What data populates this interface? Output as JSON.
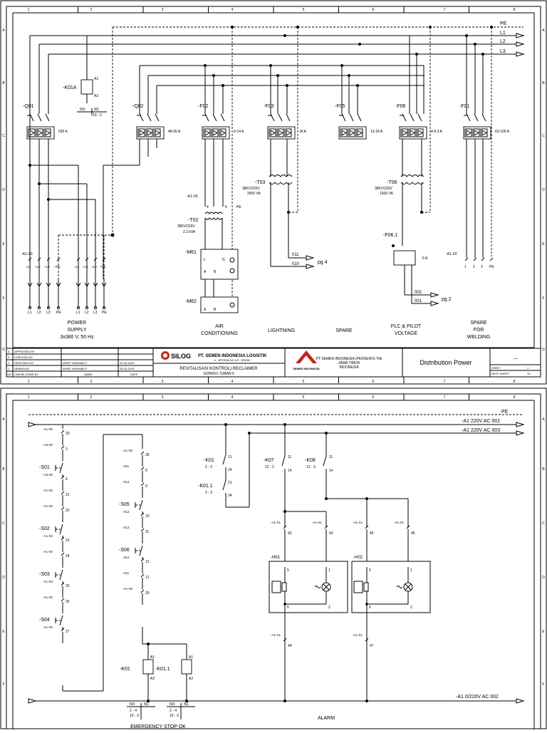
{
  "grid": {
    "columns": [
      "1",
      "2",
      "3",
      "4",
      "5",
      "6",
      "7",
      "8"
    ],
    "rows": [
      "A",
      "B",
      "C",
      "D",
      "E",
      "F",
      "G"
    ]
  },
  "sheet1": {
    "buses": [
      "PE",
      "L1",
      "L2",
      "L3"
    ],
    "breakers": [
      {
        "tag": "-Q01",
        "rating": "630 A"
      },
      {
        "tag": "-Q02",
        "rating": "48-65 A"
      },
      {
        "tag": "-F02",
        "rating": "9-14 A"
      },
      {
        "tag": "-F03",
        "rating": "18 A"
      },
      {
        "tag": "-F05",
        "rating": "13-18 A"
      },
      {
        "tag": "-F06",
        "rating": "4-6.3 A"
      },
      {
        "tag": "-F01",
        "rating": "63-100 A"
      }
    ],
    "contactor": {
      "tag": "-K01A",
      "a1": "A1",
      "a2": "A2",
      "no": "NO",
      "nc": "NC",
      "ref": "10 - 2"
    },
    "transformers": [
      {
        "tag": "-T02",
        "spec1": "380V/220V",
        "spec2": "2.2 kVA"
      },
      {
        "tag": "-T03",
        "spec1": "380V/220V",
        "spec2": "2500 VA"
      },
      {
        "tag": "-T06",
        "spec1": "380V/220V",
        "spec2": "1600 VA"
      }
    ],
    "ax0": "-A1-X0",
    "t02_terms": {
      "t4": "4",
      "t5": "5",
      "pe": "PE"
    },
    "m61": {
      "tag": "-M61",
      "l": "L",
      "n": "N",
      "a": "A",
      "b": "B"
    },
    "m62": {
      "tag": "-M62",
      "a": "A",
      "b": "B"
    },
    "f061": {
      "tag": "-F06.1",
      "rating": "6 A"
    },
    "left_terms": [
      "+L1",
      "+L2",
      "+L3",
      "+PE",
      "+L1",
      "+L2",
      "+L3",
      "+PE"
    ],
    "left_labels": [
      "L1",
      "L2",
      "L3",
      "PE",
      "L1",
      "L2",
      "L3",
      "PE"
    ],
    "right_terms": [
      "1",
      "2",
      "3",
      "PE"
    ],
    "outputs": [
      {
        "num": "011"
      },
      {
        "num": "010"
      },
      {
        "num": "002"
      },
      {
        "num": "001"
      }
    ],
    "page_ref_a": "pg 4",
    "page_ref_b": "pg 2",
    "section_labels": {
      "power": [
        "POWER",
        "SUPPLY",
        "3x380 V, 50 Hz"
      ],
      "air": [
        "AIR",
        "CONDITIONING"
      ],
      "lightning": "LIGHTNING",
      "spare": "SPARE",
      "plc": [
        "PLC & PILOT",
        "VOLTAGE"
      ],
      "welding": [
        "SPARE",
        "FOR",
        "WELDING"
      ]
    },
    "title_block": {
      "rows": [
        {
          "n": "4",
          "role": "APPROVED BY",
          "name": "",
          "date": ""
        },
        {
          "n": "3",
          "role": "CHECKED BY",
          "name": "",
          "date": ""
        },
        {
          "n": "2",
          "role": "DESIGNED BY",
          "name": "ARIEF HAKIMAD F",
          "date": "20-03-2019"
        },
        {
          "n": "1",
          "role": "DRAWN BY",
          "name": "ARIEF HAKIMAD F",
          "date": "25-03-2019"
        }
      ],
      "header": {
        "n": "NO",
        "role": "CAN BE DONE BY",
        "name": "NAME",
        "date": "DATE"
      },
      "company": "PT. SEMEN INDONESIA LOGISTIK",
      "company_sub": "JL. VETERAN NO.129 · GRESIK",
      "logo": "SILOG",
      "project": "REVITALISASI KONTROL) RECLAIMER",
      "project_sub": "322RR01 TUBAN II",
      "client": "PT SEMEN INDONESIA (PERSERO) Tbk",
      "client_sub1": "JAWA TIMUR",
      "client_sub2": "INDONESIA",
      "client_logo": "SEMEN INDONESIA",
      "drawing_title": "Distribution Power",
      "sheet_label": "SHEET",
      "sheet_no": "1",
      "next_label": "NEXT SHEET",
      "next_no": "13",
      "extra": "—"
    }
  },
  "sheet2": {
    "buses": [
      {
        "label": "PE"
      },
      {
        "label": "-A1 220V AC  001"
      },
      {
        "label": "-A1 220V AC  003"
      },
      {
        "label": "-A1 0/220V AC  002"
      }
    ],
    "left_chain": [
      {
        "t": "-A1-X0",
        "n": "20"
      },
      {
        "t": "-A3-X0",
        "n": "3"
      },
      {
        "t": "-A3-X0",
        "n": "4"
      },
      {
        "t": "-A1-X0",
        "n": "21"
      },
      {
        "t": "-A1-X0",
        "n": "22"
      },
      {
        "t": "-A1-X0",
        "n": "23"
      },
      {
        "t": "-A1-X0",
        "n": "24"
      },
      {
        "t": "-A1-X0",
        "n": "25"
      },
      {
        "t": "-A1-X0",
        "n": "26"
      },
      {
        "t": "-A1-X0",
        "n": "27"
      }
    ],
    "left_switches": [
      "-S01",
      "-S02",
      "-S03",
      "-S04"
    ],
    "mid_chain": [
      {
        "t": "-A1-X0",
        "n": "28"
      },
      {
        "t": "-X11",
        "n": "9"
      },
      {
        "t": "-X12",
        "n": "9"
      },
      {
        "t": "-X12",
        "n": "10"
      },
      {
        "t": "-X12",
        "n": "11"
      },
      {
        "t": "-X12",
        "n": "12"
      },
      {
        "t": "-X11",
        "n": "12"
      },
      {
        "t": "-A1-X0",
        "n": "29"
      }
    ],
    "mid_switches": [
      "-S05",
      "-S06"
    ],
    "relay_contacts": [
      {
        "tag": "-K01",
        "ref": "2 - 3",
        "a": "21",
        "b": "24"
      },
      {
        "tag": "-K01.1",
        "ref": "2 - 3",
        "a": "21",
        "b": "24"
      }
    ],
    "alarm_contacts": [
      {
        "tag": "-K07",
        "ref": "12 - 2",
        "a": "11",
        "b": "14"
      },
      {
        "tag": "-K08",
        "ref": "12 - 3",
        "a": "11",
        "b": "14"
      }
    ],
    "x1_terms": [
      {
        "t": "-A1-X1",
        "n": "42"
      },
      {
        "t": "-A1-X1",
        "n": "43"
      },
      {
        "t": "-A1-X1",
        "n": "45"
      },
      {
        "t": "-A1-X1",
        "n": "46"
      },
      {
        "t": "-A1-X1",
        "n": "44"
      },
      {
        "t": "-A1-X1",
        "n": "47"
      }
    ],
    "horns": [
      {
        "tag": "-H01",
        "p5": "5",
        "p1": "1",
        "p6": "6",
        "p2": "2"
      },
      {
        "tag": "-H02",
        "p5": "5",
        "p1": "1",
        "p6": "6",
        "p2": "2"
      }
    ],
    "coils": [
      {
        "tag": "-K01",
        "a1": "A1",
        "a2": "A2"
      },
      {
        "tag": "-K01.1",
        "a1": "A1",
        "a2": "A2"
      }
    ],
    "coil_refs": [
      {
        "no": "NO",
        "nc": "NC",
        "r1": "2 - 4",
        "r2": "10 - 3"
      },
      {
        "no": "NO",
        "nc": "NC",
        "r1": "2 - 4",
        "r2": "10 - 3"
      }
    ],
    "label_estop": "EMERGENCY STOP OK",
    "label_alarm": "ALARM"
  }
}
